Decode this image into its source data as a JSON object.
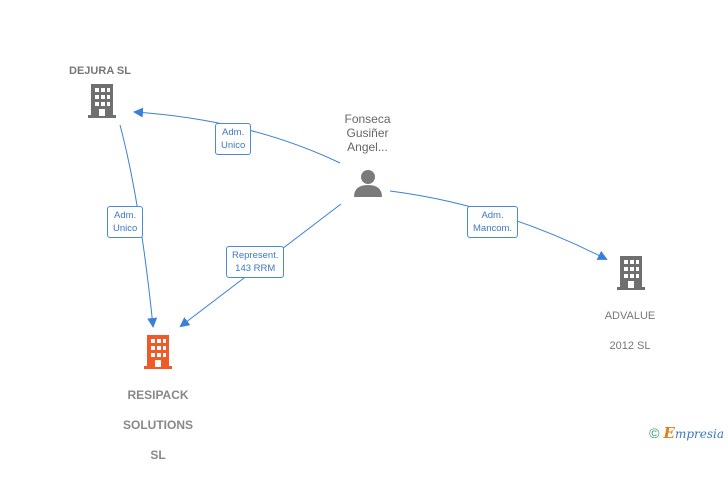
{
  "nodes": {
    "dejura": {
      "label": "DEJURA  SL",
      "color": "#6f6f6f"
    },
    "resipack": {
      "label_lines": [
        "RESIPACK",
        "SOLUTIONS",
        "SL"
      ],
      "color": "#f05a28"
    },
    "advalue": {
      "label_lines": [
        "ADVALUE",
        "2012 SL"
      ],
      "color": "#6f6f6f"
    },
    "person": {
      "label_lines": [
        "Fonseca",
        "Gusiñer",
        "Angel..."
      ],
      "color": "#7a7a7a"
    }
  },
  "edges": {
    "person_dejura": {
      "line1": "Adm.",
      "line2": "Unico"
    },
    "dejura_resipack": {
      "line1": "Adm.",
      "line2": "Unico"
    },
    "person_resipack": {
      "line1": "Represent.",
      "line2": "143 RRM"
    },
    "person_advalue": {
      "line1": "Adm.",
      "line2": "Mancom."
    }
  },
  "colors": {
    "edge": "#3a80d8",
    "edge_text": "#3d78c6"
  },
  "footer": {
    "copyright": "©",
    "brand_initial": "E",
    "brand_rest": "mpresia"
  }
}
